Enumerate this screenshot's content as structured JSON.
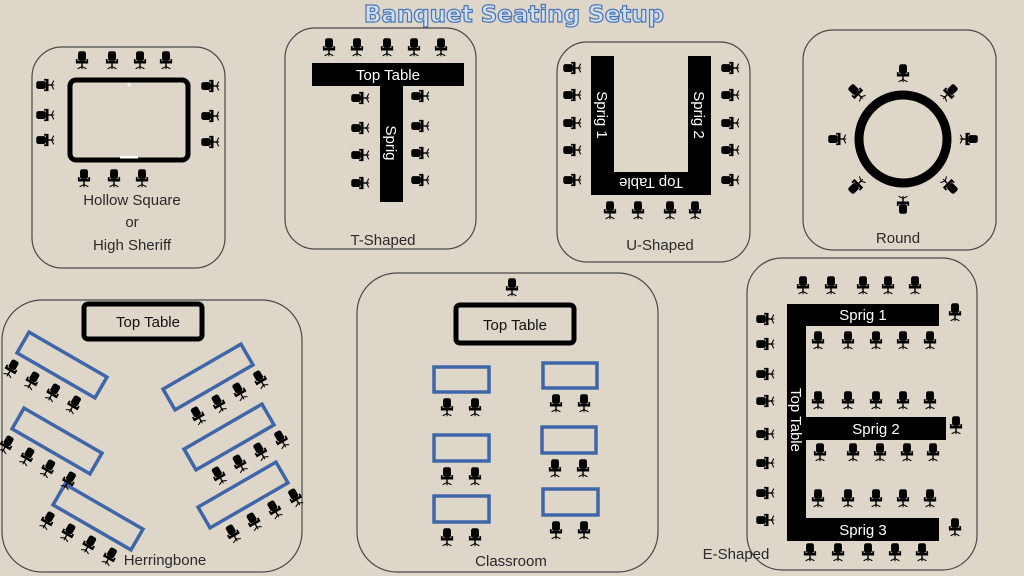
{
  "title": "Banquet Seating Setup",
  "colors": {
    "background": "#ddd6c9",
    "table": "#000000",
    "classroom_table": "#3e66a8",
    "title_fill": "#cfe0f5",
    "title_stroke": "#4d74b4"
  },
  "layouts": {
    "hollow_square": {
      "label_line1": "Hollow Square",
      "label_line2": "or",
      "label_line3": "High Sheriff"
    },
    "t_shaped": {
      "label": "T-Shaped",
      "top_table": "Top Table",
      "sprig": "Sprig"
    },
    "u_shaped": {
      "label": "U-Shaped",
      "sprig1": "Sprig 1",
      "sprig2": "Sprig 2",
      "top_table": "Top Table"
    },
    "round": {
      "label": "Round"
    },
    "herringbone": {
      "label": "Herringbone",
      "top_table": "Top Table"
    },
    "classroom": {
      "label": "Classroom",
      "top_table": "Top Table"
    },
    "e_shaped": {
      "label": "E-Shaped",
      "sprig1": "Sprig 1",
      "sprig2": "Sprig 2",
      "sprig3": "Sprig 3",
      "top_table": "Top Table"
    }
  }
}
